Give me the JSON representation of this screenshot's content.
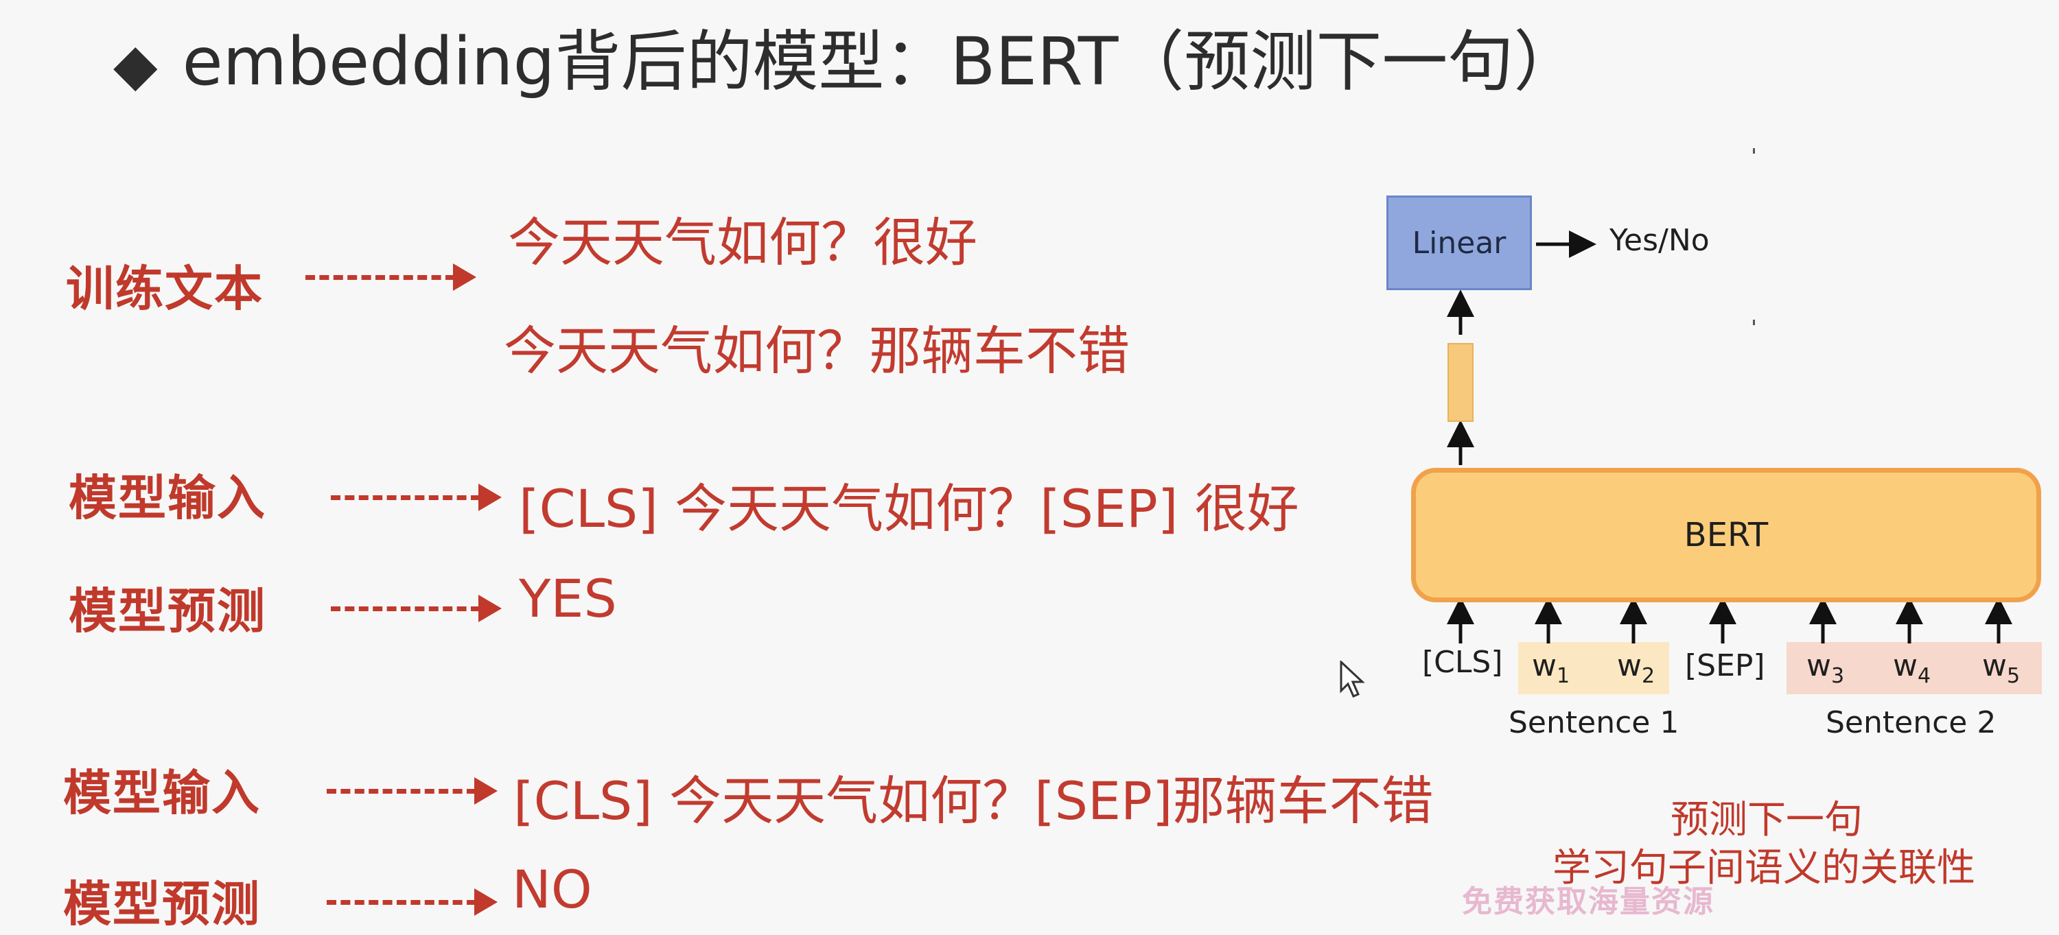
{
  "title": {
    "bullet": "◆",
    "text": "embedding背后的模型：BERT（预测下一句）"
  },
  "left": {
    "training_label": "训练文本",
    "training_line1": "今天天气如何？很好",
    "training_line2": "今天天气如何？那辆车不错",
    "input1_label": "模型输入",
    "input1_text": "[CLS] 今天天气如何？[SEP] 很好",
    "predict1_label": "模型预测",
    "predict1_text": "YES",
    "input2_label": "模型输入",
    "input2_text": "[CLS] 今天天气如何？[SEP]那辆车不错",
    "predict2_label": "模型预测",
    "predict2_text": "NO"
  },
  "diagram": {
    "linear": "Linear",
    "output": "Yes/No",
    "bert": "BERT",
    "tokens": {
      "cls": "[CLS]",
      "w1": "w",
      "w1_sub": "1",
      "w2": "w",
      "w2_sub": "2",
      "sep": "[SEP]",
      "w3": "w",
      "w3_sub": "3",
      "w4": "w",
      "w4_sub": "4",
      "w5": "w",
      "w5_sub": "5"
    },
    "sentence1": "Sentence 1",
    "sentence2": "Sentence 2",
    "caption_line1": "预测下一句",
    "caption_line2": "学习句子间语义的关联性"
  },
  "watermark": "免费获取海量资源",
  "colors": {
    "accent_red": "#c0392b",
    "linear_blue": "#8fa7dc",
    "bert_orange": "#fbcd7a"
  }
}
